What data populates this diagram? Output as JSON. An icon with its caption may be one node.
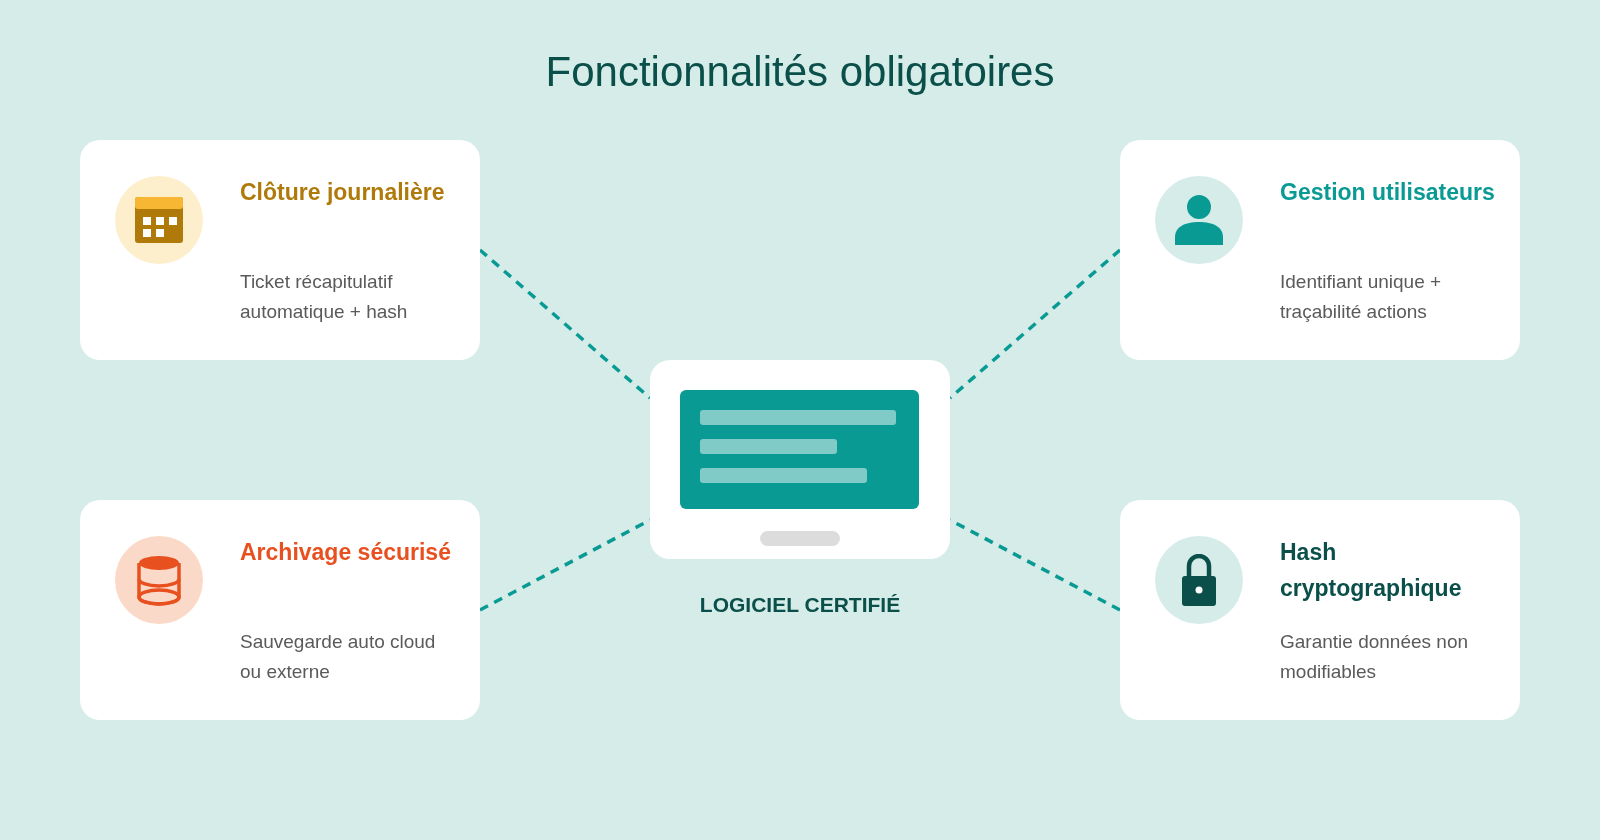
{
  "diagram": {
    "title": "Fonctionnalités obligatoires",
    "nodes": [
      {
        "text": [
          "Clôture journalière",
          "Ticket récapitulatif automatique + hash"
        ]
      },
      {
        "text": [
          "Gestion utilisateurs",
          "Identifiant unique + traçabilité actions"
        ]
      },
      {
        "text": [
          "LOGICIEL CERTIFIÉ"
        ]
      },
      {
        "text": [
          "Archivage sécurisé",
          "Sauvegarde auto cloud ou externe"
        ]
      },
      {
        "text": [
          "Hash cryptographique",
          "Garantie données non modifiables"
        ]
      }
    ],
    "edges": [
      {
        "from": 0,
        "to": 2,
        "arrow": "none",
        "style": "dashed"
      },
      {
        "from": 1,
        "to": 2,
        "arrow": "none",
        "style": "dashed"
      },
      {
        "from": 3,
        "to": 2,
        "arrow": "none",
        "style": "dashed"
      },
      {
        "from": 4,
        "to": 2,
        "arrow": "none",
        "style": "dashed"
      }
    ]
  }
}
